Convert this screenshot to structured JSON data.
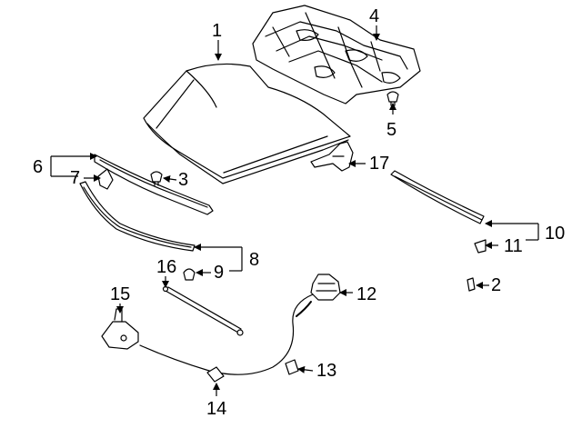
{
  "callouts": [
    {
      "key": "c1",
      "label": "1"
    },
    {
      "key": "c2",
      "label": "2"
    },
    {
      "key": "c3",
      "label": "3"
    },
    {
      "key": "c4",
      "label": "4"
    },
    {
      "key": "c5",
      "label": "5"
    },
    {
      "key": "c6",
      "label": "6"
    },
    {
      "key": "c7",
      "label": "7"
    },
    {
      "key": "c8",
      "label": "8"
    },
    {
      "key": "c9",
      "label": "9"
    },
    {
      "key": "c10",
      "label": "10"
    },
    {
      "key": "c11",
      "label": "11"
    },
    {
      "key": "c12",
      "label": "12"
    },
    {
      "key": "c13",
      "label": "13"
    },
    {
      "key": "c14",
      "label": "14"
    },
    {
      "key": "c15",
      "label": "15"
    },
    {
      "key": "c16",
      "label": "16"
    },
    {
      "key": "c17",
      "label": "17"
    }
  ],
  "colors": {
    "line": "#000000",
    "background": "#ffffff"
  }
}
